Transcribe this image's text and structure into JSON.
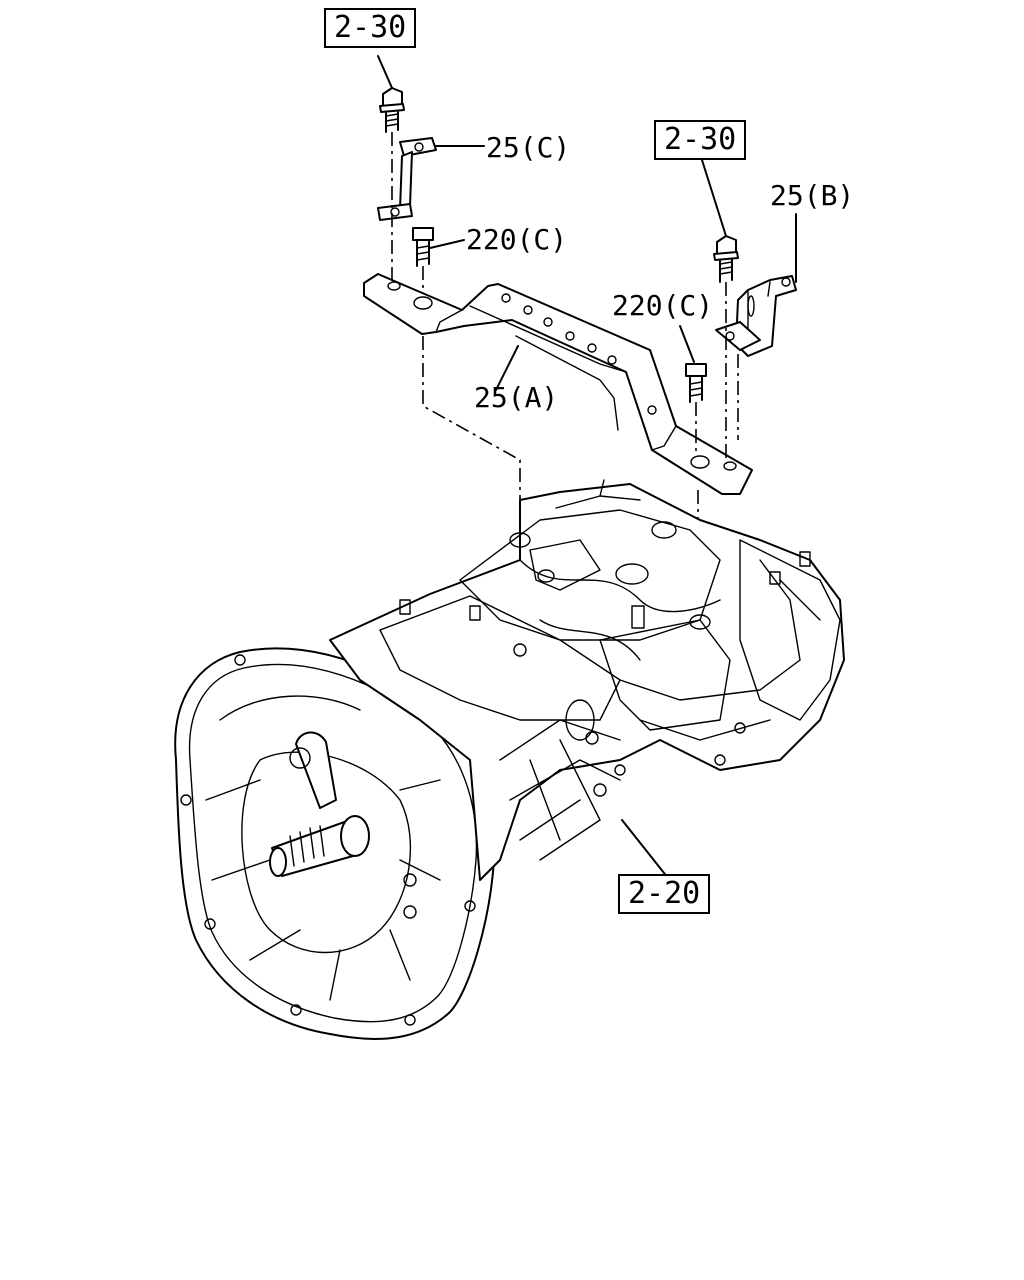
{
  "callouts": {
    "ref_top_left": "2-30",
    "ref_top_right": "2-30",
    "ref_bottom": "2-20"
  },
  "labels": {
    "bracket_c": "25(C)",
    "bolt_c_left": "220(C)",
    "bolt_c_right": "220(C)",
    "bracket_b": "25(B)",
    "bracket_a": "25(A)"
  }
}
